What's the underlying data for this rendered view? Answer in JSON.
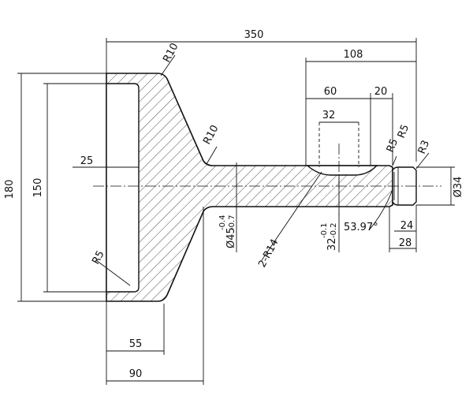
{
  "labels": {
    "d350": "350",
    "d108": "108",
    "d60": "60",
    "d20": "20",
    "d32": "32",
    "d25": "25",
    "d180": "180",
    "d150": "150",
    "d55": "55",
    "d90": "90",
    "d24": "24",
    "d28": "28",
    "dia34": "Ø34",
    "r10_top": "R10",
    "r10_fillet": "R10",
    "r5_inner": "R5",
    "r5a": "R5",
    "r5b": "R5",
    "r3": "R3",
    "r14": "2-R14",
    "angle": "53.97°",
    "dia45_main": "Ø45",
    "dia45_upper": "-0.4",
    "dia45_lower": "-0.7",
    "d32tol_main": "32",
    "d32tol_upper": "-0.1",
    "d32tol_lower": "-0.2"
  }
}
